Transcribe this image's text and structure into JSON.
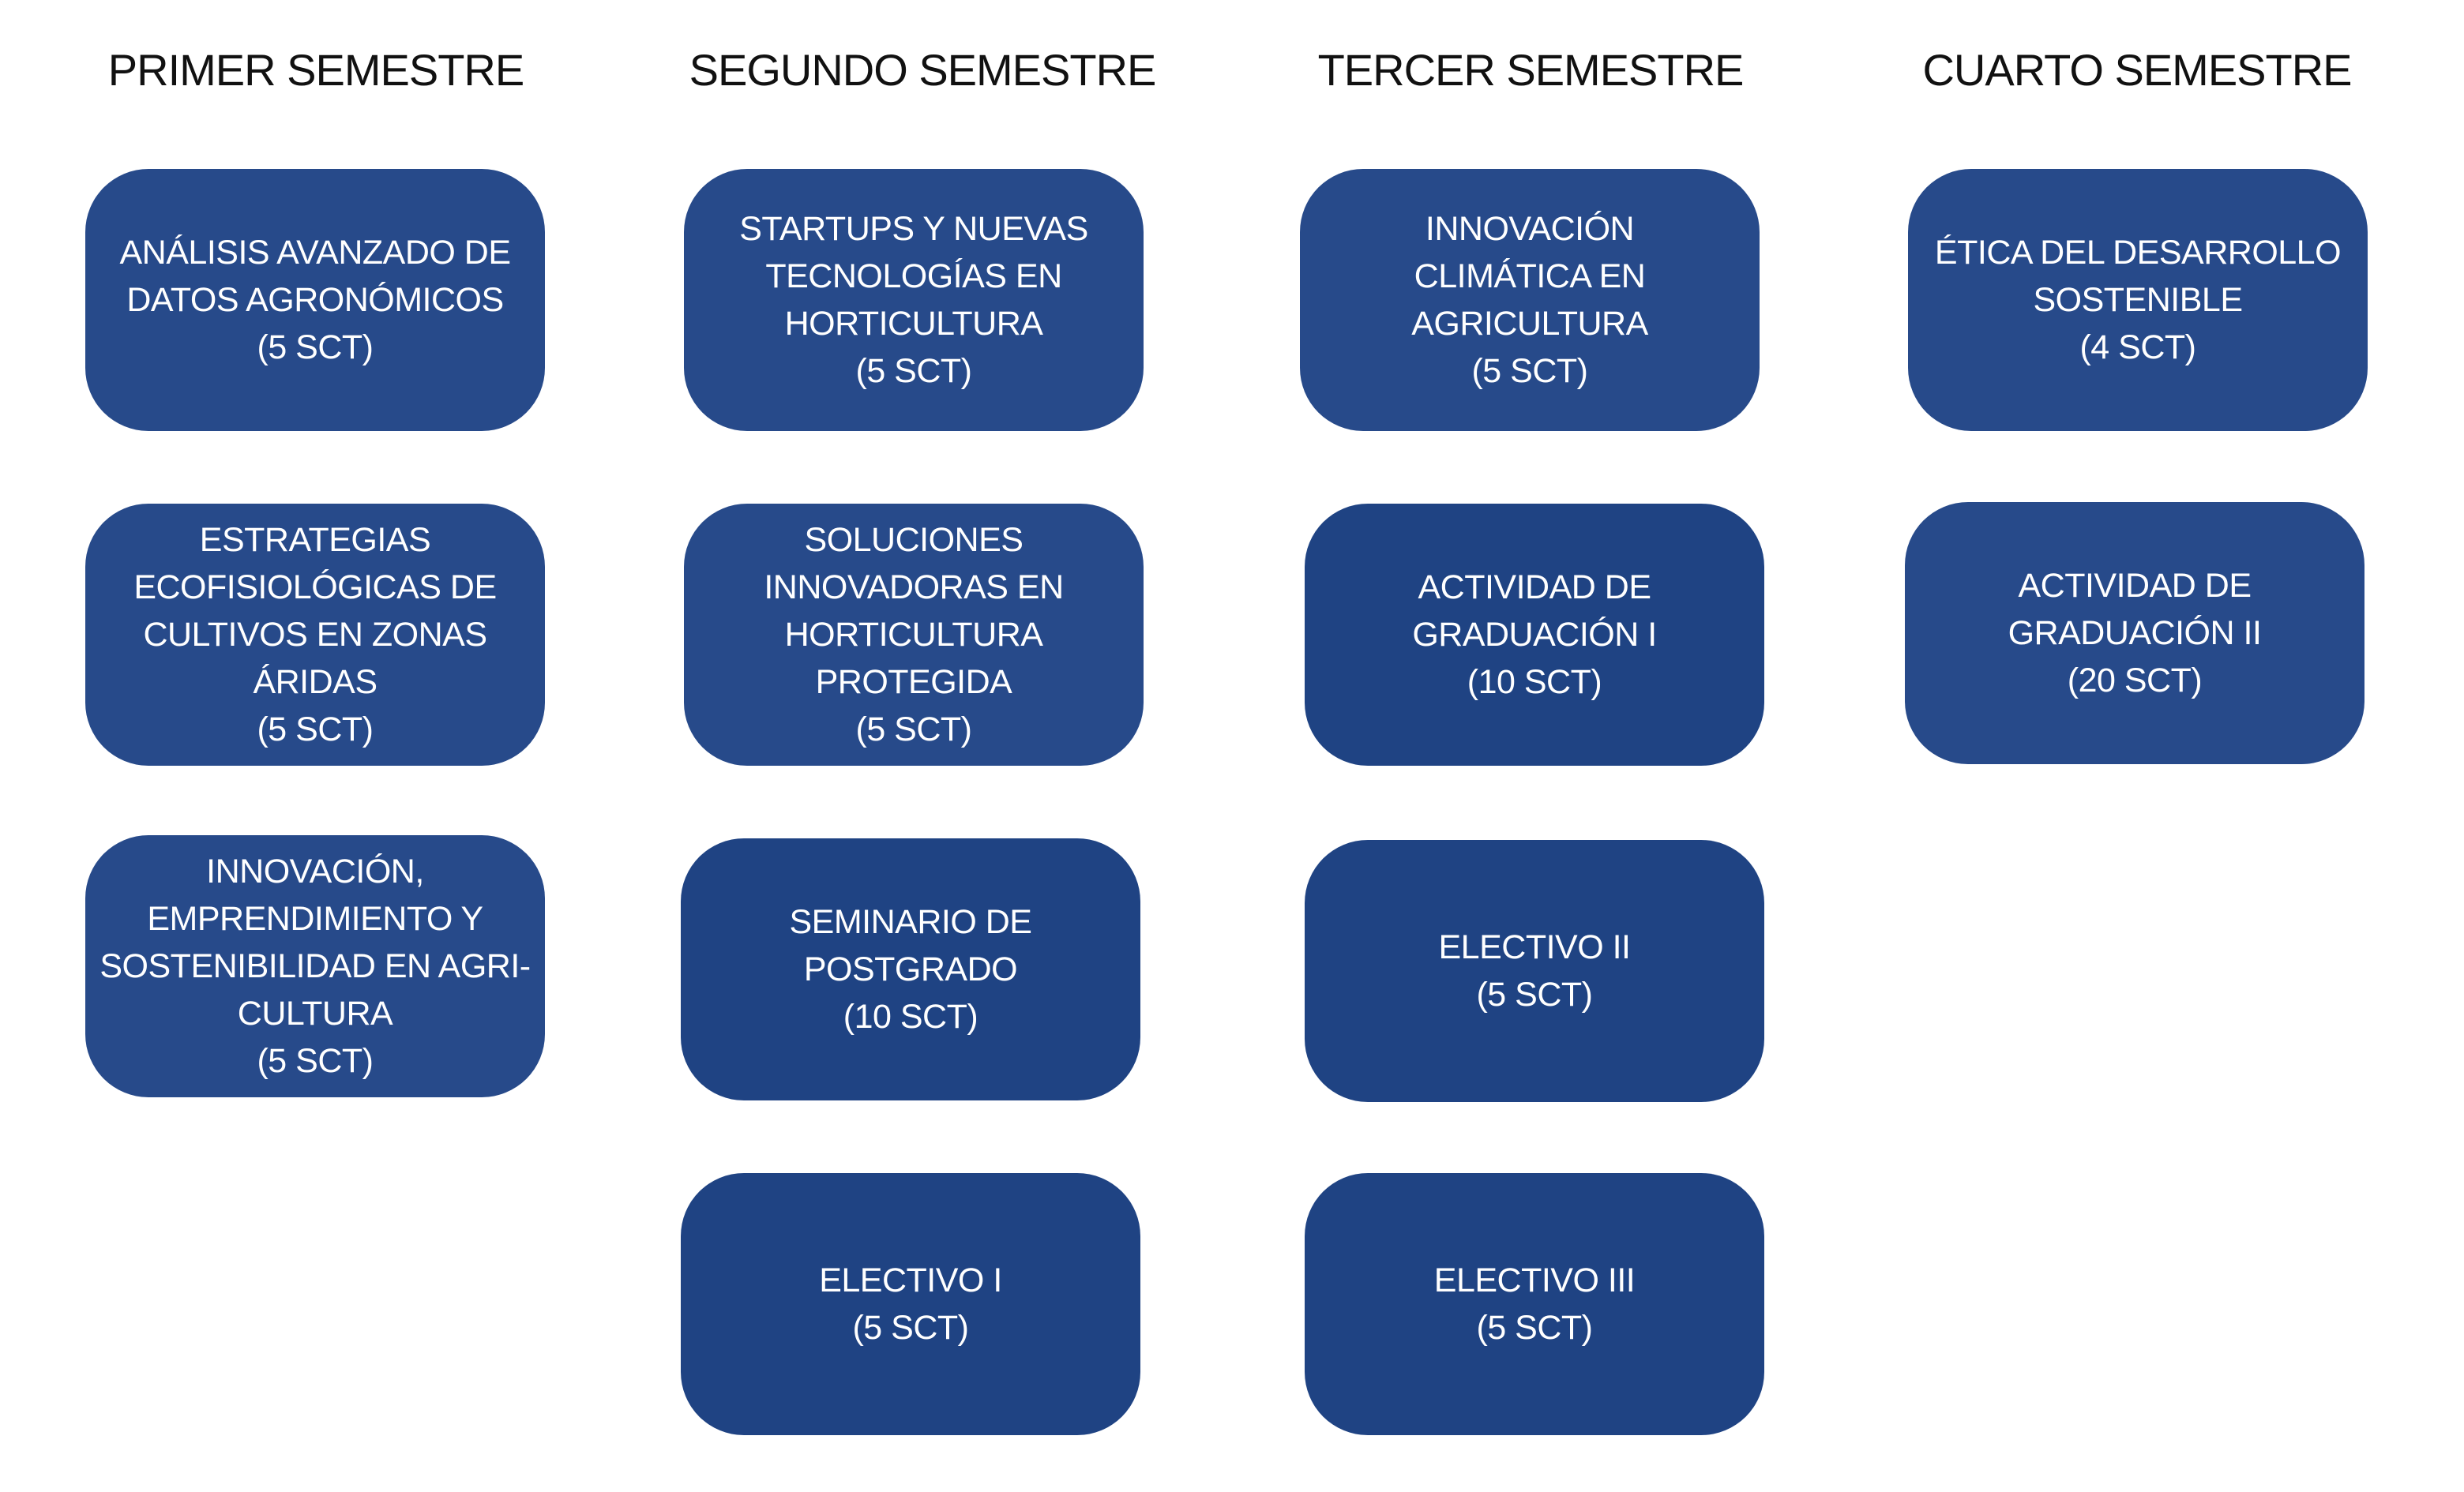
{
  "semesters": [
    {
      "title": "PRIMER SEMESTRE",
      "courses": [
        "ANÁLISIS AVANZADO DE\nDATOS AGRONÓMICOS\n(5 SCT)",
        "ESTRATEGIAS\nECOFISIOLÓGICAS DE\nCULTIVOS EN ZONAS\nÁRIDAS\n(5 SCT)",
        "INNOVACIÓN,\nEMPRENDIMIENTO Y\nSOSTENIBILIDAD EN AGRI-\nCULTURA\n(5 SCT)"
      ]
    },
    {
      "title": "SEGUNDO SEMESTRE",
      "courses": [
        "STARTUPS Y NUEVAS\nTECNOLOGÍAS EN\nHORTICULTURA\n(5 SCT)",
        "SOLUCIONES\nINNOVADORAS EN\nHORTICULTURA PROTEGIDA\n(5 SCT)",
        "SEMINARIO DE\nPOSTGRADO\n(10 SCT)",
        "ELECTIVO I\n(5 SCT)"
      ]
    },
    {
      "title": "TERCER SEMESTRE",
      "courses": [
        "INNOVACIÓN\nCLIMÁTICA EN\nAGRICULTURA\n(5 SCT)",
        "ACTIVIDAD DE\nGRADUACIÓN I\n(10 SCT)",
        "ELECTIVO II\n(5 SCT)",
        "ELECTIVO III\n(5 SCT)"
      ]
    },
    {
      "title": "CUARTO SEMESTRE",
      "courses": [
        "ÉTICA DEL DESARROLLO\nSOSTENIBLE\n(4 SCT)",
        "ACTIVIDAD DE\nGRADUACIÓN II\n(20 SCT)"
      ]
    }
  ]
}
